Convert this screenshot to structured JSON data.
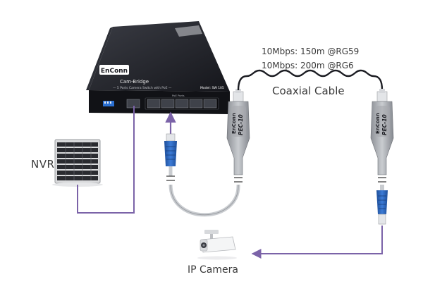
{
  "device": {
    "brand": "EnConn",
    "model_name": "Cam-Bridge",
    "description": "5 Ports Camera Switch with PoE",
    "model_number": "Model: SW 105",
    "ports_label": "PoE Ports"
  },
  "labels": {
    "nvr": "NVR",
    "speed_rg59": "10Mbps:  150m @RG59",
    "speed_rg6": "10Mbps: 200m @RG6",
    "coaxial": "Coaxial Cable",
    "ip_camera": "IP Camera"
  },
  "extender": {
    "brand": "EnConn",
    "model": "PEC-10"
  },
  "colors": {
    "device_body": "#1b1c22",
    "cable_link": "#7b63a8",
    "rj45_boot": "#2a63b8",
    "coax_cable": "#cfd2d6",
    "arrow": "#7b63a8"
  }
}
